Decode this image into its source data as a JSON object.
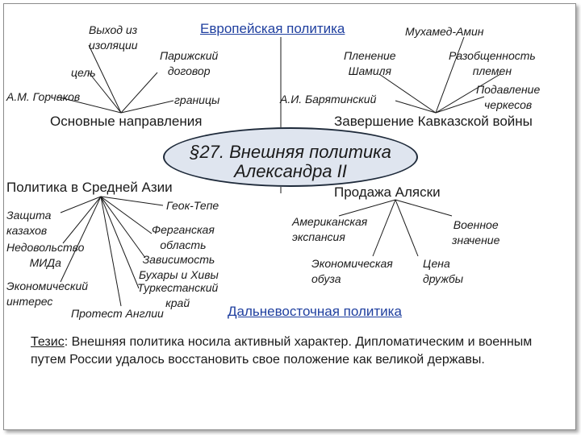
{
  "center": {
    "line1": "§27. Внешняя политика",
    "line2": "Александра II"
  },
  "europe": {
    "title": "Европейская политика",
    "items": [
      "Выход из\nизоляции",
      "цель",
      "А.М. Горчаков",
      "Парижский\nдоговор",
      "границы"
    ],
    "section": "Основные направления"
  },
  "caucasus": {
    "title": "Мухамед-Амин",
    "items": [
      "Пленение\nШамиля",
      "Разобщенность\nплемен",
      "Подавление\nчеркесов",
      "А.И. Барятинский"
    ],
    "section": "Завершение Кавказской войны"
  },
  "central_asia": {
    "section": "Политика в Средней Азии",
    "items": [
      "Геок-Тепе",
      "Защита\nказахов",
      "Ферганская\nобласть",
      "Недовольство\nМИДа",
      "Зависимость\nБухары и Хивы",
      "Экономический\nинтерес",
      "Туркестанский\nкрай",
      "Протест Англии"
    ]
  },
  "alaska": {
    "section": "Продажа Аляски",
    "items": [
      "Американская\nэкспансия",
      "Военное\nзначение",
      "Экономическая\nобуза",
      "Цена\nдружбы"
    ]
  },
  "far_east": {
    "section": "Дальневосточная политика"
  },
  "thesis": {
    "label": "Тезис",
    "text": ": Внешняя политика носила активный характер. Дипломатическим и военным путем России удалось восстановить свое положение как великой державы."
  },
  "colors": {
    "link": "#1f3f9f",
    "oval_fill": "#dfe5ef",
    "oval_border": "#1e2a3a",
    "line": "#1a1a1a"
  }
}
